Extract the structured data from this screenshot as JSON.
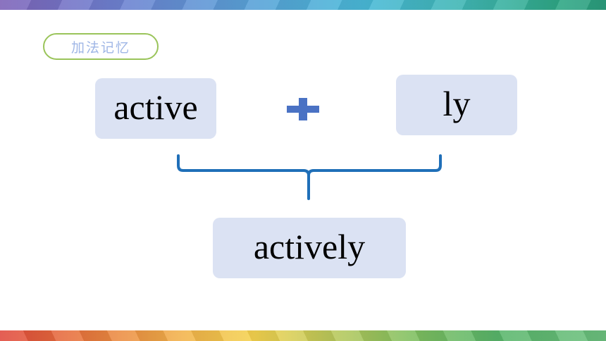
{
  "label": {
    "text": "加法记忆"
  },
  "equation": {
    "part1": "active",
    "operator": "+",
    "part2": "ly",
    "result": "actively"
  },
  "colors": {
    "box_fill": "#dbe2f3",
    "plus": "#4a72c4",
    "brace": "#1f6fb8",
    "pill_border": "#9ac45a",
    "pill_text": "#9fb6e6"
  }
}
